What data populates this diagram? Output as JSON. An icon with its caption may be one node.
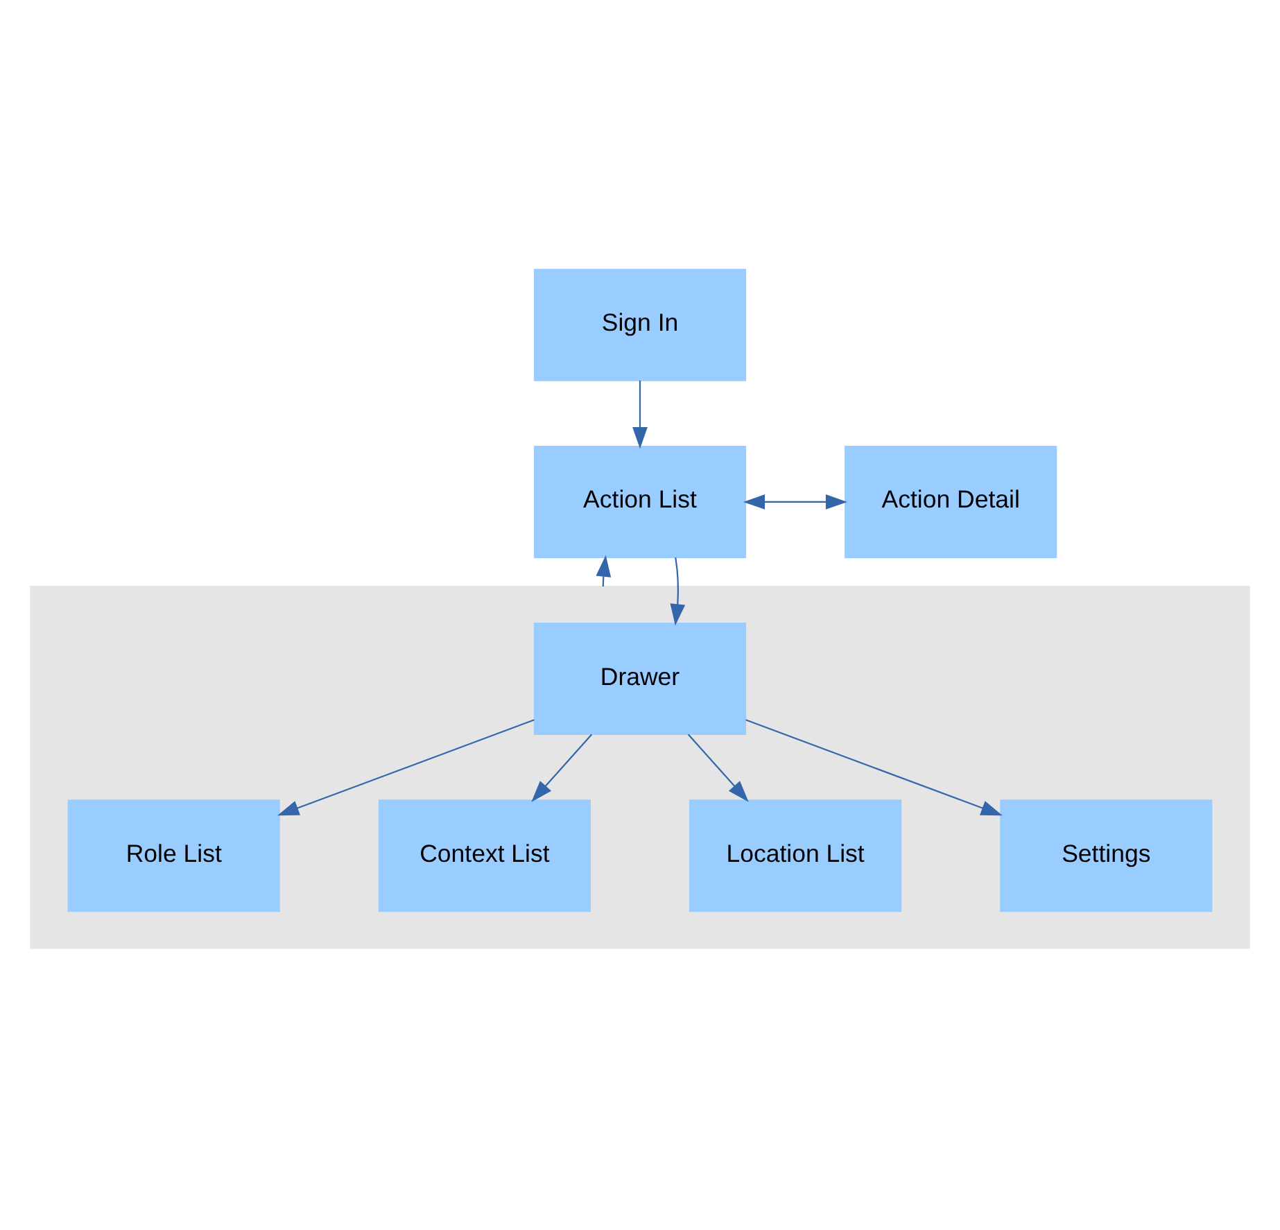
{
  "diagram": {
    "nodes": [
      {
        "text": [
          "Sign In"
        ]
      },
      {
        "text": [
          "Action List"
        ]
      },
      {
        "text": [
          "Action Detail"
        ]
      },
      {
        "text": [],
        "shape": "box"
      },
      {
        "text": [
          "Drawer"
        ],
        "in": 3
      },
      {
        "text": [
          "Role List"
        ],
        "in": 3
      },
      {
        "text": [
          "Context List"
        ],
        "in": 3
      },
      {
        "text": [
          "Location List"
        ],
        "in": 3
      },
      {
        "text": [
          "Settings"
        ],
        "in": 3
      }
    ],
    "edges": [
      {
        "from": 0,
        "to": 1,
        "arrow": "to"
      },
      {
        "from": 1,
        "to": 2,
        "arrow": "both"
      },
      {
        "from": 1,
        "to": 4,
        "arrow": "to"
      },
      {
        "from": 3,
        "to": 1,
        "arrow": "to"
      },
      {
        "from": 4,
        "to": 5,
        "arrow": "to"
      },
      {
        "from": 4,
        "to": 6,
        "arrow": "to"
      },
      {
        "from": 4,
        "to": 7,
        "arrow": "to"
      },
      {
        "from": 4,
        "to": 8,
        "arrow": "to"
      }
    ]
  }
}
